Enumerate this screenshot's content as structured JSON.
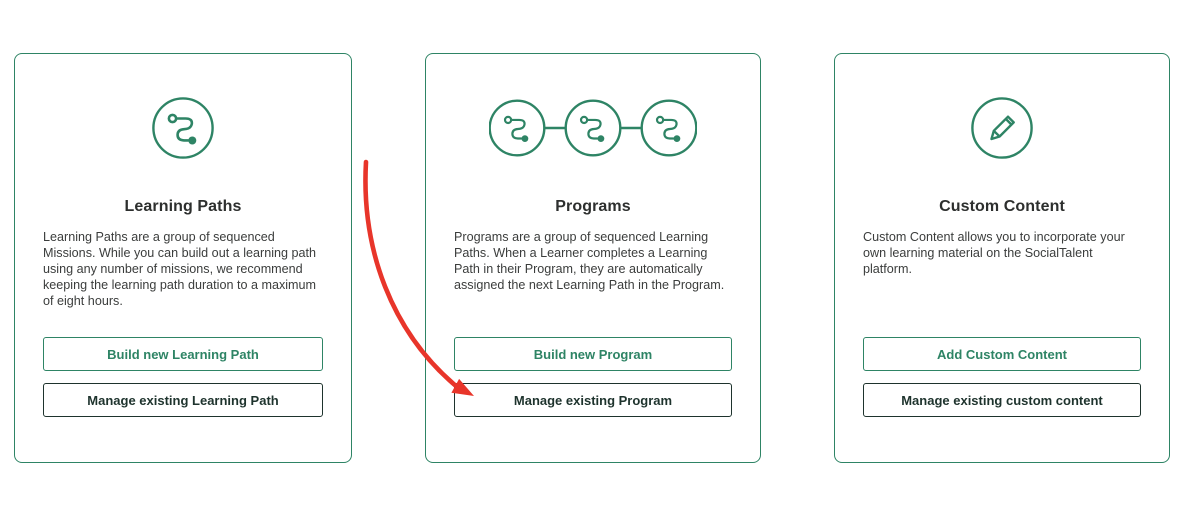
{
  "colors": {
    "brand_green": "#2e8465",
    "dark_outline": "#1e332d",
    "title_text": "#2d2f2e",
    "body_text": "#3b3d3c",
    "arrow_red": "#e8352a",
    "background": "#ffffff"
  },
  "cards": [
    {
      "icon": "learning-path-icon",
      "title": "Learning Paths",
      "description": "Learning Paths are a group of sequenced Missions. While you can build out a learning path using any number of missions, we recommend keeping the learning path duration to a maximum of eight hours.",
      "primary_button": "Build new Learning Path",
      "secondary_button": "Manage existing Learning Path"
    },
    {
      "icon": "program-icon",
      "title": "Programs",
      "description": "Programs are a group of sequenced Learning Paths. When a Learner completes a Learning Path in their Program, they are automatically assigned the next Learning Path in the Program.",
      "primary_button": "Build new Program",
      "secondary_button": "Manage existing Program"
    },
    {
      "icon": "custom-content-icon",
      "title": "Custom Content",
      "description": "Custom Content allows you to incorporate your own learning material on the SocialTalent platform.",
      "primary_button": "Add Custom Content",
      "secondary_button": "Manage existing custom content"
    }
  ],
  "annotation": {
    "type": "curved-red-arrow",
    "color": "#e8352a",
    "target": "manage-existing-program-button"
  }
}
